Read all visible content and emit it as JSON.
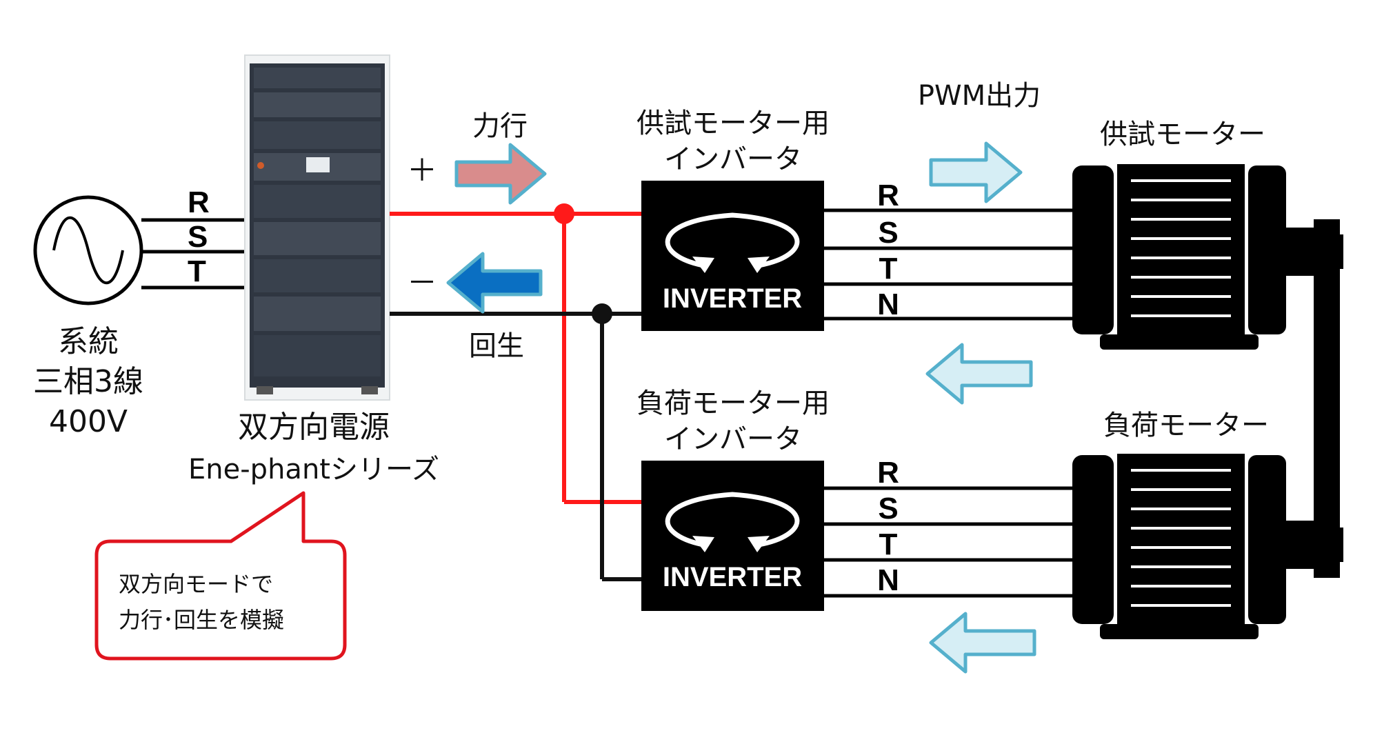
{
  "source": {
    "line1": "系統",
    "line2": "三相3線",
    "line3": "400V"
  },
  "power_supply": {
    "name": "双方向電源",
    "series": "Ene-phantシリーズ"
  },
  "callout": {
    "line1": "双方向モードで",
    "line2": "力行･回生を模擬"
  },
  "dc_bus": {
    "plus_sign": "＋",
    "minus_sign": "－",
    "powering_label": "力行",
    "regen_label": "回生"
  },
  "test_inverter": {
    "label_line1": "供試モーター用",
    "label_line2": "インバータ",
    "box_text": "INVERTER"
  },
  "load_inverter": {
    "label_line1": "負荷モーター用",
    "label_line2": "インバータ",
    "box_text": "INVERTER"
  },
  "pwm_label": "PWM出力",
  "test_motor_label": "供試モーター",
  "load_motor_label": "負荷モーター",
  "supply_phases": [
    "R",
    "S",
    "T"
  ],
  "motor_phases": [
    "R",
    "S",
    "T",
    "N"
  ],
  "colors": {
    "positive_bus": "#ff1a1a",
    "negative_bus": "#111111",
    "powering_arrow": "#d98c8c",
    "regen_arrow": "#0a6fc2",
    "pwm_arrow": "#d6eef5",
    "arrow_outline": "#55b0cc",
    "callout_border": "#e0141e"
  }
}
